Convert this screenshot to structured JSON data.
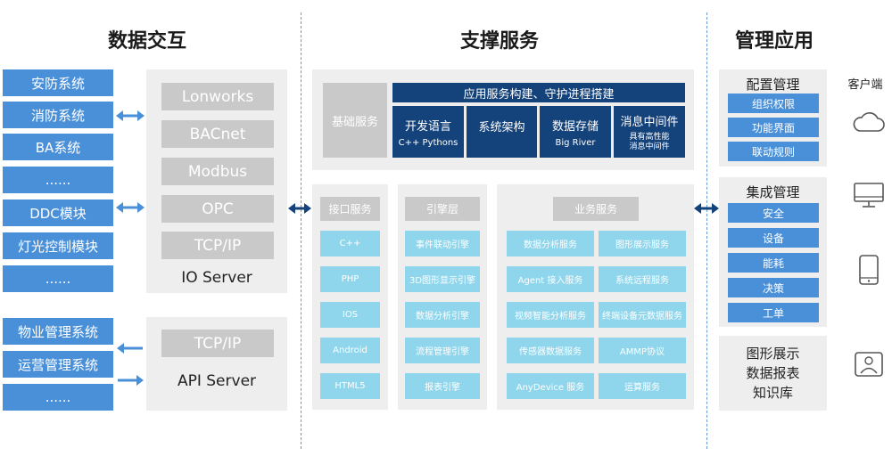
{
  "sections": {
    "data_interaction": "数据交互",
    "support_services": "支撑服务",
    "management_apps": "管理应用"
  },
  "left_systems_top": [
    "安防系统",
    "消防系统",
    "BA系统",
    "......",
    "DDC模块",
    "灯光控制模块",
    "......"
  ],
  "left_systems_bottom": [
    "物业管理系统",
    "运营管理系统",
    "......"
  ],
  "io_server": {
    "protocols": [
      "Lonworks",
      "BACnet",
      "Modbus",
      "OPC",
      "TCP/IP"
    ],
    "label": "IO Server"
  },
  "api_server": {
    "protocol": "TCP/IP",
    "label": "API Server"
  },
  "infrastructure": {
    "label": "基础服务",
    "banner": "应用服务构建、守护进程搭建",
    "items": [
      {
        "title": "开发语言",
        "sub": "C++  Pythons"
      },
      {
        "title": "系统架构",
        "sub": ""
      },
      {
        "title": "数据存储",
        "sub": "Big River"
      },
      {
        "title": "消息中间件",
        "sub": "具有高性能\n消息中间件"
      }
    ]
  },
  "interface_services": {
    "header": "接口服务",
    "items": [
      "C++",
      "PHP",
      "IOS",
      "Android",
      "HTML5"
    ]
  },
  "engine_layer": {
    "header": "引擎层",
    "items": [
      "事件联动引擎",
      "3D图形显示引擎",
      "数据分析引擎",
      "流程管理引擎",
      "报表引擎"
    ]
  },
  "business_services": {
    "header": "业务服务",
    "left": [
      "数据分析服务",
      "Agent 接入服务",
      "视频智能分析服务",
      "传感器数据服务",
      "AnyDevice 服务"
    ],
    "right": [
      "图形展示服务",
      "系统远程服务",
      "终端设备元数据服务",
      "AMMP协议",
      "运算服务"
    ]
  },
  "config_mgmt": {
    "title": "配置管理",
    "items": [
      "组织权限",
      "功能界面",
      "联动规则"
    ]
  },
  "integration_mgmt": {
    "title": "集成管理",
    "items": [
      "安全",
      "设备",
      "能耗",
      "决策",
      "工单"
    ]
  },
  "reports_box": [
    "图形展示",
    "数据报表",
    "知识库"
  ],
  "client": {
    "label": "客户端",
    "icons": [
      "cloud-icon",
      "monitor-icon",
      "mobile-icon",
      "image-icon"
    ]
  },
  "colors": {
    "system_blue": "#4a90d9",
    "navy": "#14427a",
    "cyan": "#8fd6ec",
    "panel_gray": "#eeeeee",
    "button_gray": "#c9c9c9",
    "divider": "#6b9ad2"
  }
}
